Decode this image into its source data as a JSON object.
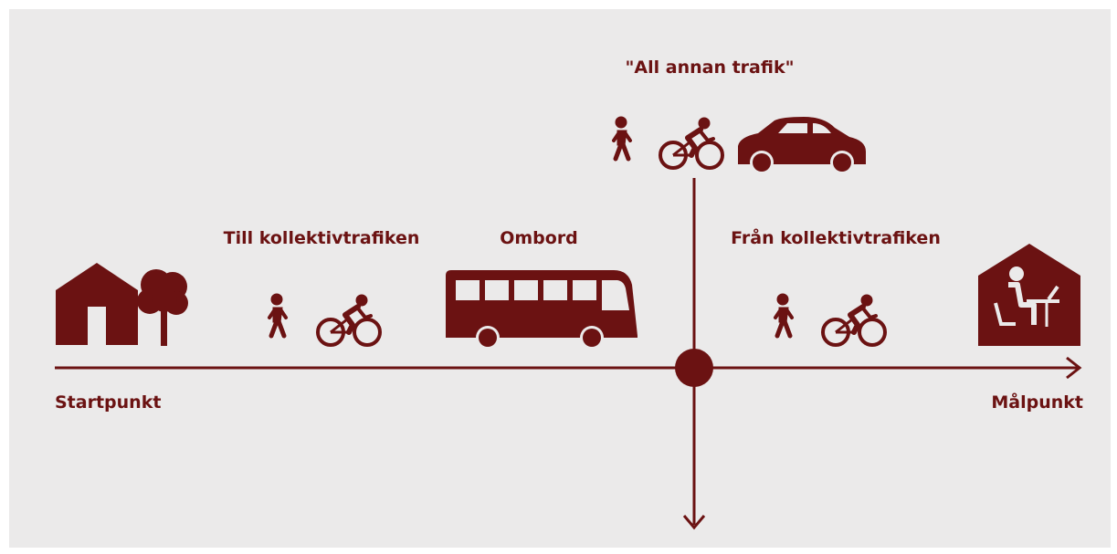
{
  "colors": {
    "accent": "#6b1212",
    "background": "#ebeaea"
  },
  "labels": {
    "other_traffic": "\"All annan trafik\"",
    "to_transit": "Till kollektivtrafiken",
    "onboard": "Ombord",
    "from_transit": "Från kollektivtrafiken",
    "start": "Startpunkt",
    "destination": "Målpunkt"
  },
  "icons": {
    "start": [
      "house-icon",
      "tree-icon"
    ],
    "to_transit": [
      "pedestrian-icon",
      "bicycle-icon"
    ],
    "onboard": [
      "bus-icon"
    ],
    "other_traffic": [
      "pedestrian-icon",
      "bicycle-icon",
      "car-icon"
    ],
    "from_transit": [
      "pedestrian-icon",
      "bicycle-icon"
    ],
    "destination": [
      "house-workstation-icon"
    ]
  }
}
